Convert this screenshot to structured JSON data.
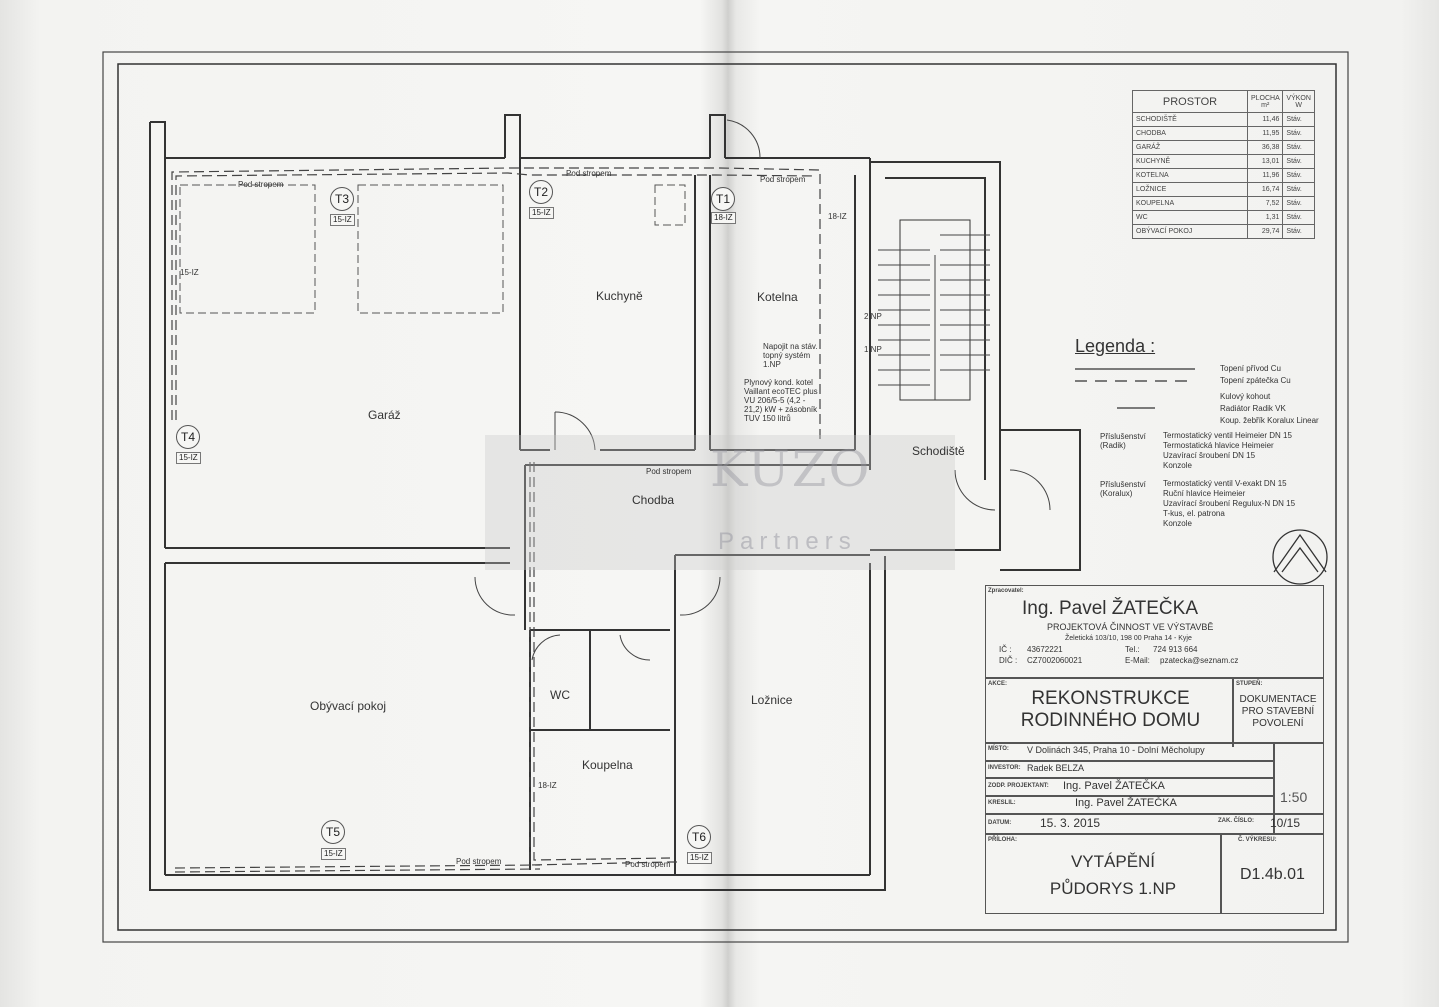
{
  "rooms": {
    "garaz": "Garáž",
    "kuchyne": "Kuchyně",
    "kotelna": "Kotelna",
    "chodba": "Chodba",
    "schodiste": "Schodiště",
    "obyvaci": "Obývací pokoj",
    "wc": "WC",
    "koupelna": "Koupelna",
    "loznice": "Ložnice"
  },
  "heaters": [
    {
      "id": "T1",
      "note": "18-IZ"
    },
    {
      "id": "T2",
      "note": "15-IZ"
    },
    {
      "id": "T3",
      "note": "15-IZ"
    },
    {
      "id": "T4",
      "note": "15-IZ"
    },
    {
      "id": "T5",
      "note": "15-IZ"
    },
    {
      "id": "T6",
      "note": "15-IZ"
    }
  ],
  "plan_notes": {
    "pod_stropem": "Pod stropem",
    "pipe_15": "15-IZ",
    "pipe_18": "18-IZ",
    "napojit": "Napojit na stáv. topný systém 1.NP",
    "kotel": "Plynový kond. kotel Vaillant ecoTEC plus VU 206/5-5 (4,2 - 21,2) kW + zásobník TUV 150 litrů",
    "np2": "2.NP",
    "np1": "1.NP"
  },
  "room_table": {
    "headers": [
      "PROSTOR",
      "PLOCHA m²",
      "VÝKON W"
    ],
    "rows": [
      [
        "SCHODIŠTĚ",
        "11,46",
        "Stáv."
      ],
      [
        "CHODBA",
        "11,95",
        "Stáv."
      ],
      [
        "GARÁŽ",
        "36,38",
        "Stáv."
      ],
      [
        "KUCHYNĚ",
        "13,01",
        "Stáv."
      ],
      [
        "KOTELNA",
        "11,96",
        "Stáv."
      ],
      [
        "LOŽNICE",
        "16,74",
        "Stáv."
      ],
      [
        "KOUPELNA",
        "7,52",
        "Stáv."
      ],
      [
        "WC",
        "1,31",
        "Stáv."
      ],
      [
        "OBÝVACÍ POKOJ",
        "29,74",
        "Stáv."
      ]
    ]
  },
  "legend": {
    "title": "Legenda :",
    "items": [
      "Topení přívod Cu",
      "Topení zpátečka Cu",
      "Kulový kohout",
      "Radiátor Radik VK",
      "Koup. žebřík Koralux Linear"
    ],
    "radik_label": "Příslušenství (Radik)",
    "radik_items": [
      "Termostatický ventil Heimeier DN 15",
      "Termostatická hlavice Heimeier",
      "Uzavírací šroubení DN 15",
      "Konzole"
    ],
    "koralux_label": "Příslušenství (Koralux)",
    "koralux_items": [
      "Termostatický ventil V-exakt DN 15",
      "Ruční hlavice Heimeier",
      "Uzavírací šroubení Regulux-N DN 15",
      "T-kus, el. patrona",
      "Konzole"
    ]
  },
  "title_block": {
    "zpracovatel_label": "Zpracovatel:",
    "company": "Ing. Pavel ŽATEČKA",
    "company_sub": "PROJEKTOVÁ ČINNOST VE VÝSTAVBĚ",
    "address": "Želetická 103/10, 198 00 Praha 14 - Kyje",
    "ic_label": "IČ :",
    "ic": "43672221",
    "dic_label": "DIČ :",
    "dic": "CZ7002060021",
    "tel_label": "Tel.:",
    "tel": "724 913 664",
    "email_label": "E-Mail:",
    "email": "pzatecka@seznam.cz",
    "akce_label": "AKCE:",
    "akce": "REKONSTRUKCE RODINNÉHO DOMU",
    "stupen_label": "STUPEŇ:",
    "stupen": "DOKUMENTACE PRO STAVEBNÍ POVOLENÍ",
    "misto_label": "MÍSTO:",
    "misto": "V Dolinách 345, Praha 10 - Dolní Měcholupy",
    "investor_label": "INVESTOR:",
    "investor": "Radek BELZA",
    "zodp_label": "ZODP. PROJEKTANT:",
    "zodp": "Ing. Pavel ŽATEČKA",
    "kreslil_label": "KRESLIL:",
    "kreslil": "Ing. Pavel ŽATEČKA",
    "datum_label": "DATUM:",
    "datum": "15. 3. 2015",
    "zak_label": "ZAK. ČÍSLO:",
    "zak": "10/15",
    "meritko": "1:50",
    "priloha_label": "PŘÍLOHA:",
    "priloha": "VYTÁPĚNÍ PŮDORYS 1.NP",
    "vykres_label": "Č. VÝKRESU:",
    "vykres": "D1.4b.01"
  },
  "watermark": {
    "brand": "KUZO",
    "sub": "Partners"
  }
}
